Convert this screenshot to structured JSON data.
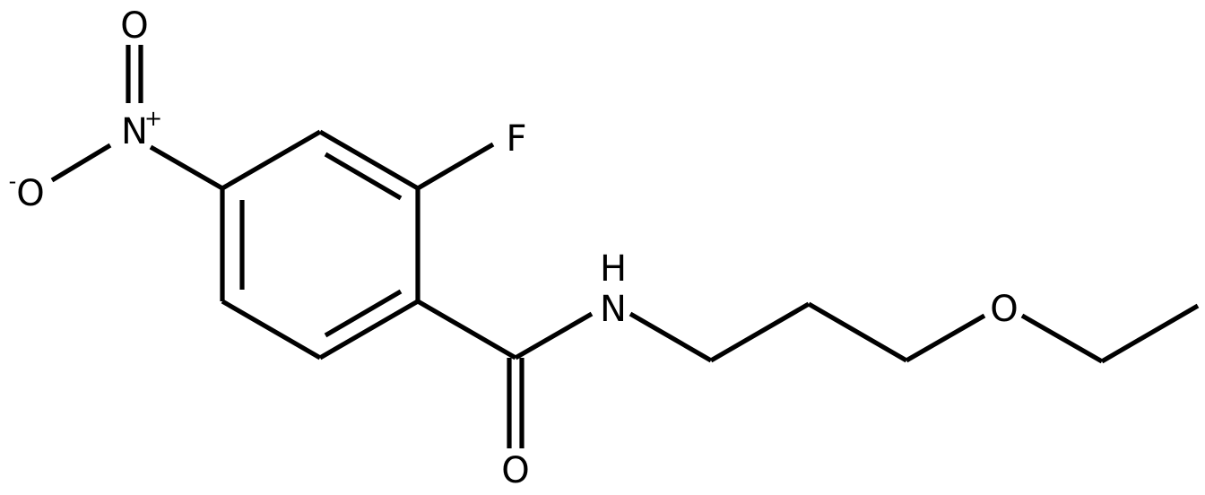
{
  "molecule": {
    "atoms": {
      "oxygen_top": "O",
      "nitrogen_nitro": "N",
      "nitro_charge": "+",
      "oxygen_minus": "O",
      "oxide_charge": "-",
      "fluorine": "F",
      "amide_hydrogen": "H",
      "amide_nitrogen": "N",
      "ether_oxygen": "O",
      "carbonyl_oxygen": "O"
    }
  }
}
